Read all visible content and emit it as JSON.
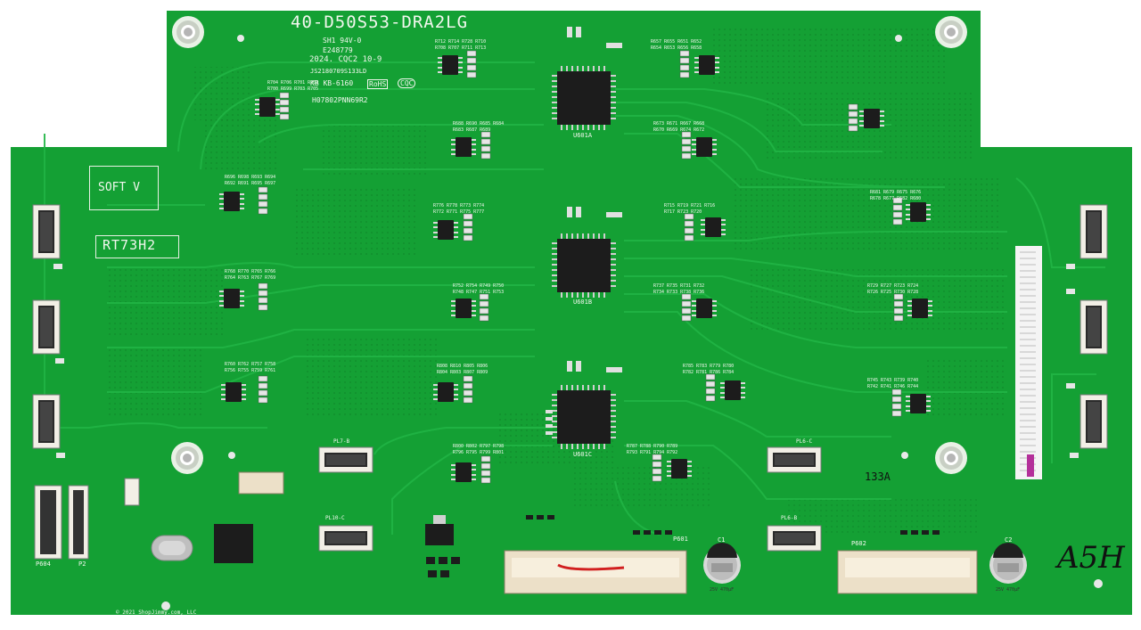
{
  "board": {
    "model_code": "40-D50S53-DRA2LG",
    "ul_mark": "SH1 94V-0",
    "ul_file": "E248779",
    "date_code": "2024. CQC2 10-9",
    "batch_code": "JS2180709S133LD",
    "kb_code": "KB KB-6160",
    "rohs": "RoHS",
    "cqc": "CQC",
    "part_code": "H07802PNN69R2",
    "soft_label": "SOFT V",
    "rt_label": "RT73H2",
    "marker_133": "133A",
    "handwritten": "A5H",
    "copyright": "© 2021 ShopJimmy.com, LLC"
  },
  "ics_large": [
    {
      "label": "U601A"
    },
    {
      "label": "U601B"
    },
    {
      "label": "U601C"
    }
  ],
  "connectors_bottom": [
    {
      "label": "P601"
    },
    {
      "label": "P602"
    },
    {
      "label": "P604"
    },
    {
      "label": "P2"
    }
  ],
  "connectors_flex": [
    {
      "label": "PL7-B"
    },
    {
      "label": "PL10-C"
    },
    {
      "label": "PL6-C"
    },
    {
      "label": "PL6-B"
    }
  ],
  "capacitors": [
    {
      "label": "C1",
      "value": "25V 470µF"
    },
    {
      "label": "C2",
      "value": "25V 470µF"
    }
  ],
  "resistor_groups": [
    "R704 R706 R701 R703 R700 R699 R703 R705",
    "R712 R714 R728 R710 R708 R707 R711 R713",
    "R657 R655 R651 R652 R654 R653 R656 R658",
    "R688 R690 R685 R684 R683 R687 R689",
    "R673 R671 R667 R668 R670 R669 R674 R672",
    "R696 R698 R693 R694 R692 R691 R695 R697",
    "R776 R778 R773 R774 R772 R771 R775 R777",
    "R715 R719 R721 R716 R717 R723 R720",
    "R681 R679 R675 R676 R678 R677 R682 R680",
    "R768 R770 R765 R766 R764 R763 R767 R769",
    "R752 R754 R749 R750 R748 R747 R751 R753",
    "R737 R735 R731 R732 R734 R733 R738 R736",
    "R729 R727 R723 R724 R726 R725 R730 R728",
    "R760 R762 R757 R758 R756 R755 R759 R761",
    "R808 R810 R805 R806 R804 R803 R807 R809",
    "R785 R783 R779 R780 R782 R781 R786 R784",
    "R745 R743 R739 R740 R742 R741 R746 R744",
    "R800 R802 R797 R798 R796 R795 R799 R801",
    "R787 R788 R790 R789 R793 R791 R794 R792"
  ],
  "colors": {
    "pcb_green": "#14a034",
    "pcb_dark": "#0f8a2b",
    "trace": "#1fb540",
    "silkscreen": "#f2f7ee",
    "ic_body": "#1c1c1c",
    "connector_white": "#f2efe6",
    "connector_beige": "#ece0c8",
    "background": "#ffffff"
  }
}
